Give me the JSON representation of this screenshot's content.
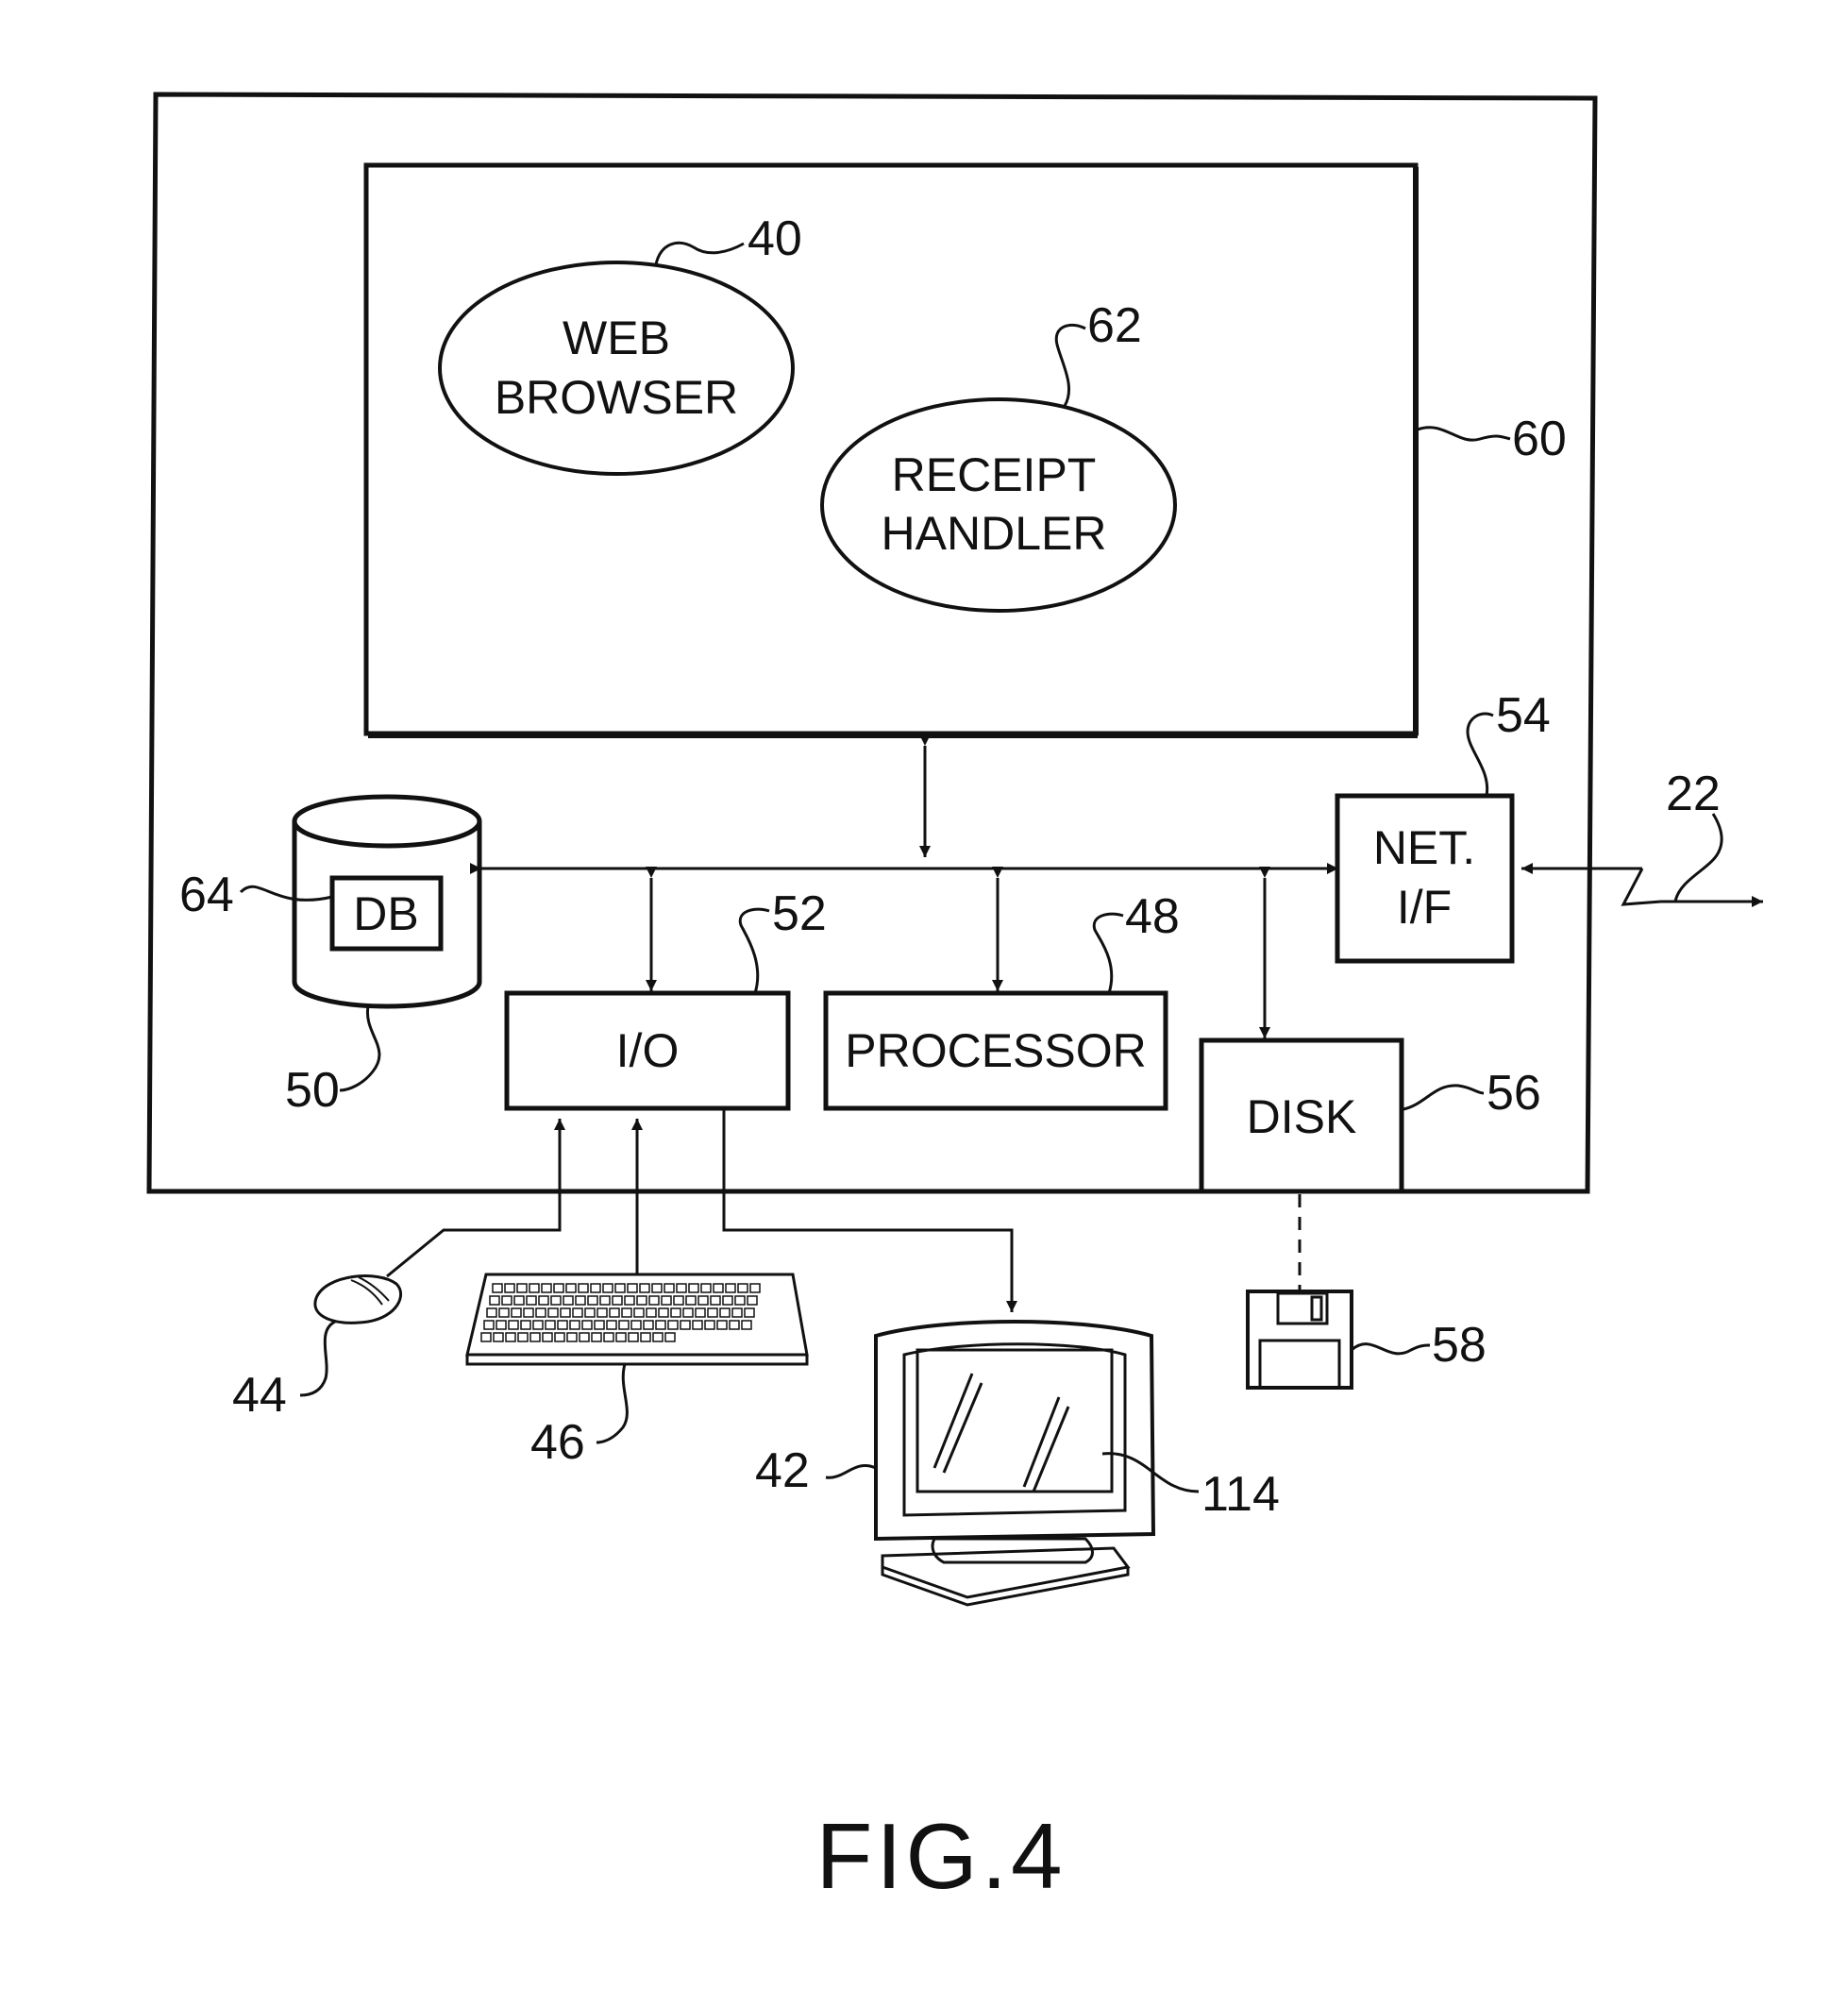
{
  "components": {
    "web_browser": {
      "line1": "WEB",
      "line2": "BROWSER",
      "ref": "40"
    },
    "receipt_handler": {
      "line1": "RECEIPT",
      "line2": "HANDLER",
      "ref": "62"
    },
    "memory": {
      "ref": "60"
    },
    "database": {
      "label": "DB",
      "ref_db": "64",
      "ref_storage": "50"
    },
    "io": {
      "label": "I/O",
      "ref": "52"
    },
    "processor": {
      "label": "PROCESSOR",
      "ref": "48"
    },
    "net_if": {
      "line1": "NET.",
      "line2": "I/F",
      "ref": "54"
    },
    "disk": {
      "label": "DISK",
      "ref": "56"
    },
    "network": {
      "ref": "22"
    },
    "mouse": {
      "ref": "44"
    },
    "keyboard": {
      "ref": "46"
    },
    "monitor": {
      "ref": "42",
      "screen_ref": "114"
    },
    "floppy": {
      "ref": "58"
    }
  },
  "figure_caption": "FIG.4"
}
